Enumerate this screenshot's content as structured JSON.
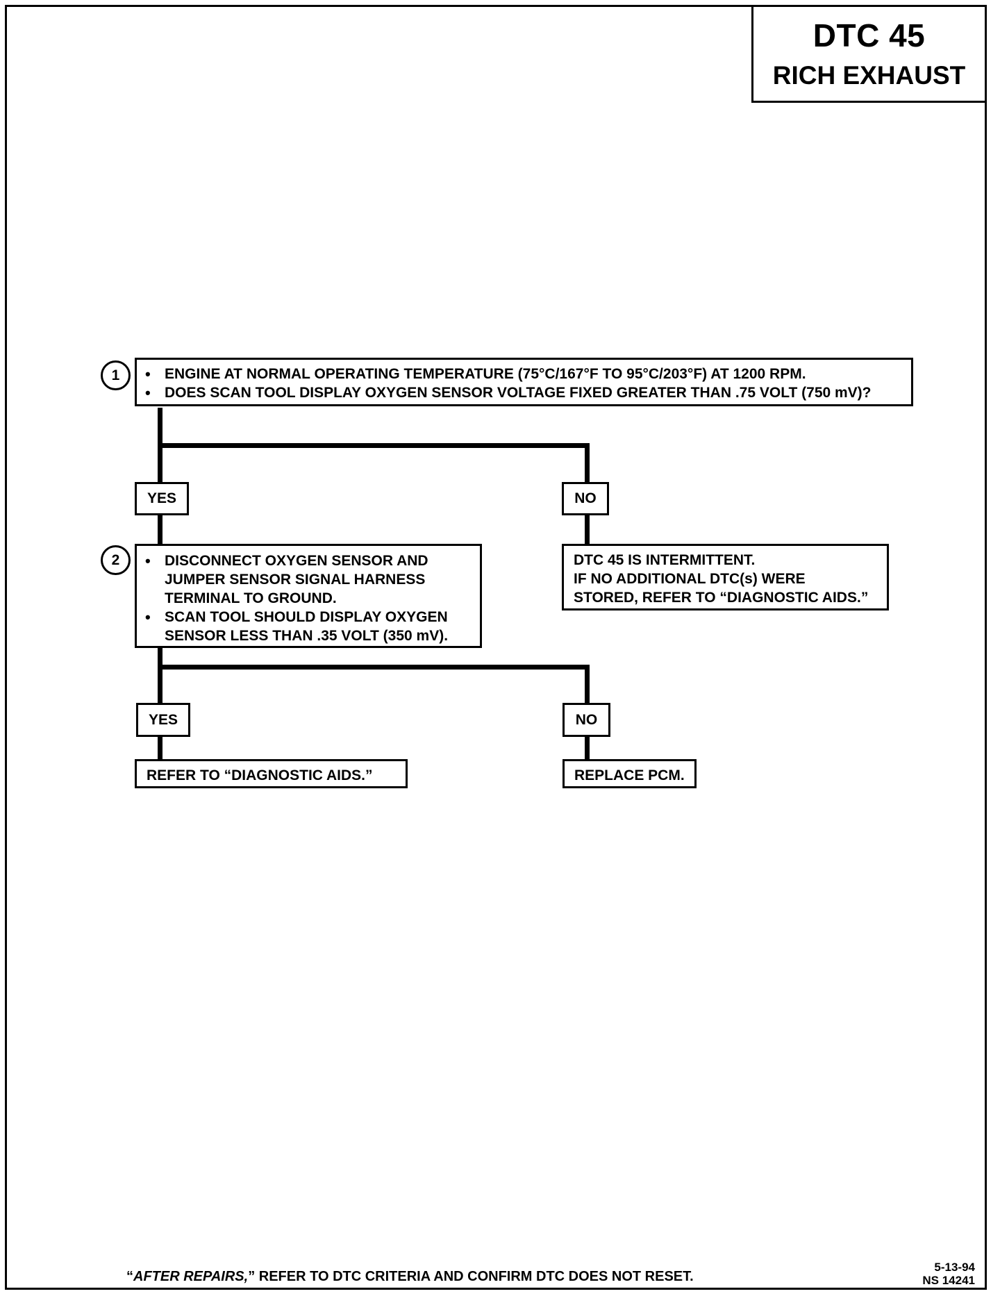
{
  "header": {
    "code": "DTC 45",
    "title": "RICH EXHAUST"
  },
  "steps": [
    {
      "number": "1",
      "bullets": [
        "ENGINE AT NORMAL OPERATING TEMPERATURE (75°C/167°F TO 95°C/203°F) AT 1200 RPM.",
        "DOES SCAN TOOL DISPLAY OXYGEN SENSOR VOLTAGE FIXED GREATER THAN .75 VOLT (750 mV)?"
      ],
      "yes_label": "YES",
      "no_label": "NO",
      "no_result": [
        "DTC 45 IS INTERMITTENT.",
        "IF NO ADDITIONAL DTC(s) WERE",
        "STORED, REFER TO “DIAGNOSTIC AIDS.”"
      ]
    },
    {
      "number": "2",
      "bullets": [
        "DISCONNECT OXYGEN SENSOR AND JUMPER SENSOR SIGNAL HARNESS TERMINAL TO GROUND.",
        "SCAN TOOL SHOULD DISPLAY OXYGEN SENSOR LESS THAN .35 VOLT (350 mV)."
      ],
      "yes_label": "YES",
      "no_label": "NO",
      "yes_result": "REFER TO “DIAGNOSTIC AIDS.”",
      "no_result": "REPLACE PCM."
    }
  ],
  "footer": {
    "note_open_quote": "“",
    "note_emphasis": "AFTER REPAIRS,",
    "note_rest": "” REFER TO DTC CRITERIA AND CONFIRM DTC DOES NOT RESET.",
    "date": "5-13-94",
    "ref": "NS 14241"
  }
}
